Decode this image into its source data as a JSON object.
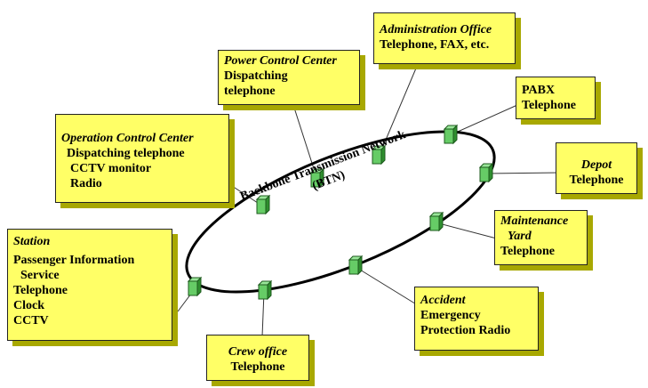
{
  "ring": {
    "label_line1": "Backbone Transmission Network",
    "label_line2": "(BTN)"
  },
  "boxes": {
    "admin": {
      "title": "Administration Office",
      "lines": [
        "Telephone, FAX, etc."
      ]
    },
    "power": {
      "title": "Power Control Center",
      "lines": [
        "Dispatching",
        "telephone"
      ]
    },
    "pabx": {
      "title": "",
      "lines": [
        "PABX",
        "Telephone"
      ]
    },
    "occ": {
      "title": "Operation Control Center",
      "lines": [
        "Dispatching telephone",
        "CCTV monitor",
        "Radio"
      ]
    },
    "depot": {
      "title": "Depot",
      "lines": [
        "Telephone"
      ]
    },
    "maintenance": {
      "title": "Maintenance",
      "lines": [
        "Yard",
        "Telephone"
      ]
    },
    "station": {
      "title": "Station",
      "lines": [
        "Passenger Information",
        "Service",
        "Telephone",
        "Clock",
        "CCTV"
      ]
    },
    "accident": {
      "title": "Accident",
      "lines": [
        "Emergency",
        "Protection Radio"
      ]
    },
    "crew": {
      "title": "Crew office",
      "lines": [
        "Telephone"
      ]
    }
  },
  "colors": {
    "box_fill": "#ffff66",
    "box_shadow": "#a8a800",
    "node_green": "#66cc66"
  }
}
